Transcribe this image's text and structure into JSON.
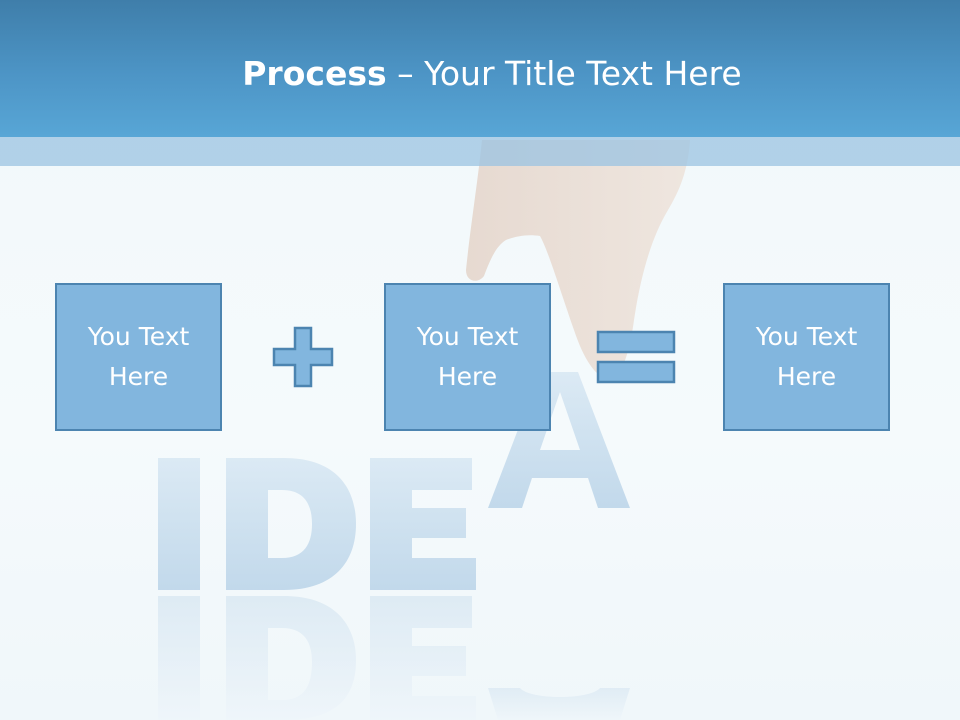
{
  "slide": {
    "title_strong": "Process",
    "title_rest": " – Your Title Text Here",
    "colors": {
      "header": "#4d95c6",
      "box_fill": "#82b6de",
      "box_border": "#4c84b0",
      "text": "#ffffff"
    },
    "background_icon": "hand-placing-letter-idea-image",
    "boxes": [
      {
        "line1": "You Text",
        "line2": "Here"
      },
      {
        "line1": "You Text",
        "line2": "Here"
      },
      {
        "line1": "You Text",
        "line2": "Here"
      }
    ],
    "operators": [
      "plus-icon",
      "equals-icon"
    ],
    "watermark_word": "IDEA"
  }
}
